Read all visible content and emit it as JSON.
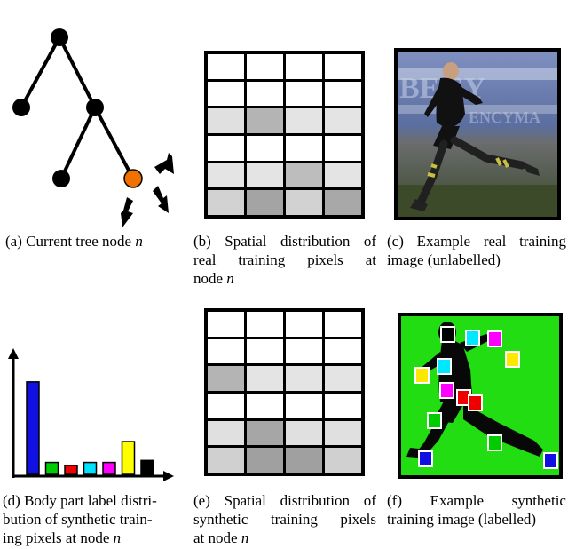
{
  "captions": {
    "a": [
      "(a)  Current tree node ",
      "n"
    ],
    "b": {
      "lines": [
        [
          "(b)",
          "Spatial",
          "distribution",
          "of"
        ],
        [
          "real",
          "training",
          "pixels",
          "at"
        ]
      ],
      "last": [
        "node ",
        "n"
      ]
    },
    "c": {
      "lines": [
        [
          "(c)",
          "Example",
          "real",
          "training"
        ]
      ],
      "last": [
        "image (unlabelled)",
        ""
      ]
    },
    "d": {
      "lines": [
        [
          "(d) Body part label distri-"
        ],
        [
          "bution of synthetic train-"
        ]
      ],
      "last": [
        "ing pixels at node ",
        "n"
      ]
    },
    "e": {
      "lines": [
        [
          "(e)",
          "Spatial",
          "distribution",
          "of"
        ],
        [
          "synthetic",
          "training",
          "pixels"
        ]
      ],
      "last": [
        "at node ",
        "n"
      ]
    },
    "f": {
      "lines": [
        [
          "(f)",
          "Example",
          "synthetic"
        ]
      ],
      "last": [
        "training image (labelled)",
        ""
      ]
    }
  },
  "grid_b_shades": [
    [
      "#ffffff",
      "#ffffff",
      "#ffffff",
      "#ffffff"
    ],
    [
      "#ffffff",
      "#ffffff",
      "#ffffff",
      "#ffffff"
    ],
    [
      "#e0e0e0",
      "#b4b4b4",
      "#e4e4e4",
      "#e4e4e4"
    ],
    [
      "#ffffff",
      "#ffffff",
      "#ffffff",
      "#ffffff"
    ],
    [
      "#e4e4e4",
      "#e4e4e4",
      "#bdbdbd",
      "#e4e4e4"
    ],
    [
      "#d2d2d2",
      "#a4a4a4",
      "#d2d2d2",
      "#a8a8a8"
    ]
  ],
  "grid_e_shades": [
    [
      "#ffffff",
      "#ffffff",
      "#ffffff",
      "#ffffff"
    ],
    [
      "#ffffff",
      "#ffffff",
      "#ffffff",
      "#ffffff"
    ],
    [
      "#b4b4b4",
      "#e4e4e4",
      "#e4e4e4",
      "#e4e4e4"
    ],
    [
      "#ffffff",
      "#ffffff",
      "#ffffff",
      "#ffffff"
    ],
    [
      "#e0e0e0",
      "#a6a6a6",
      "#e0e0e0",
      "#e0e0e0"
    ],
    [
      "#d0d0d0",
      "#a0a0a0",
      "#a0a0a0",
      "#d0d0d0"
    ]
  ],
  "histogram_bars": [
    {
      "color": "#1010e0",
      "value": 0.93
    },
    {
      "color": "#00cc00",
      "value": 0.12
    },
    {
      "color": "#ee0000",
      "value": 0.09
    },
    {
      "color": "#00e0ff",
      "value": 0.12
    },
    {
      "color": "#ff00ff",
      "value": 0.12
    },
    {
      "color": "#ffff00",
      "value": 0.33
    },
    {
      "color": "#000000",
      "value": 0.14
    }
  ],
  "node_colors": {
    "internal": "#000000",
    "current": "#f07000"
  },
  "synthetic_bg": "#22dd11",
  "label_markers": [
    {
      "color": "#000000"
    },
    {
      "color": "#00e8ff"
    },
    {
      "color": "#ff00ff"
    },
    {
      "color": "#ffe800"
    },
    {
      "color": "#ffe800"
    },
    {
      "color": "#00e8ff"
    },
    {
      "color": "#ff00ff"
    },
    {
      "color": "#ee0000"
    },
    {
      "color": "#ee0000"
    },
    {
      "color": "#00cc00"
    },
    {
      "color": "#00cc00"
    },
    {
      "color": "#1010e0"
    },
    {
      "color": "#1010e0"
    }
  ]
}
